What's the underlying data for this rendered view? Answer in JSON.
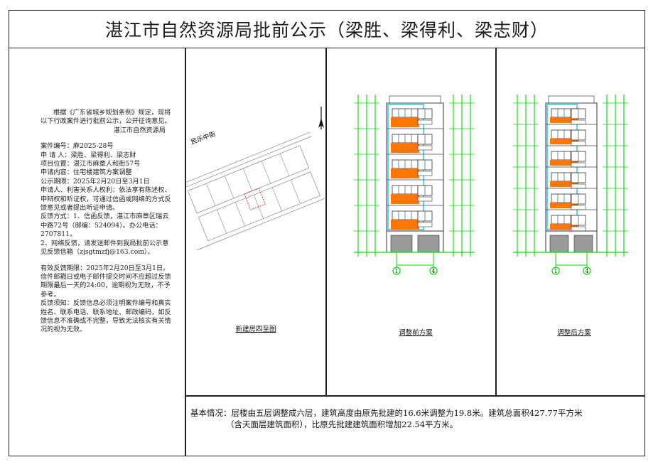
{
  "title": "湛江市自然资源局批前公示（梁胜、梁得利、梁志财）",
  "notice": {
    "intro": "根据《广东省城乡规划条例》规定，现将以下行政案件进行批前公示，公开征询意见。",
    "issuer": "湛江市自然资源局",
    "lines": [
      "案件编号：麻2025-28号",
      "申 请 人：梁胜、梁得利、梁志财",
      "项目位置：湛江市麻章人和街57号",
      "申请内容：住宅楼建筑方案调整",
      "公示期限：2025年2月20日至3月1日",
      "申请人、利害关系人权利：依法享有陈述权、申辩权和听证权，可通过信函或网络的方式反馈意见或者提出听证申请。",
      "反馈方式：1、信函反馈，湛江市麻章区瑞云中路72号（邮编：524094）。办公电话：2707811。",
      "2、网络反馈，请发送邮件到我局批前公示意见反馈信箱（zjsgtmzfj@163.com）。"
    ],
    "lines2": [
      "有效反馈期限：2025年2月20日至3月1日。信件邮戳日或电子邮件提交时间不应超过反馈期限最后一天的24:00，逾期视为无效，不予参考。",
      "反馈须知：反馈信息必须注明案件编号和真实姓名、联系电话、联系地址、邮政编码，如反馈信息不准确或不完整，导致无法核实有关情况的视为无效。"
    ]
  },
  "panels": {
    "site": {
      "caption": "新建房四至图",
      "street": "民乐中街"
    },
    "before": {
      "caption": "调整前方案",
      "axis_left": "1",
      "axis_right": "4"
    },
    "after": {
      "caption": "调整后方案",
      "axis_left": "1",
      "axis_right": "4"
    }
  },
  "basic": {
    "line1": "基本情况：层楼由五层调整成六层，建筑高度由原先批建的16.6米调整为19.8米。建筑总面积427.77平方米",
    "line2": "（含天面层建筑面积），比原先批建建筑面积增加22.54平方米。"
  },
  "colors": {
    "green": "#00dd00",
    "cyan": "#33ccee",
    "orange": "#ff7700",
    "grey": "#9a9a9a",
    "red": "#dd2222"
  }
}
